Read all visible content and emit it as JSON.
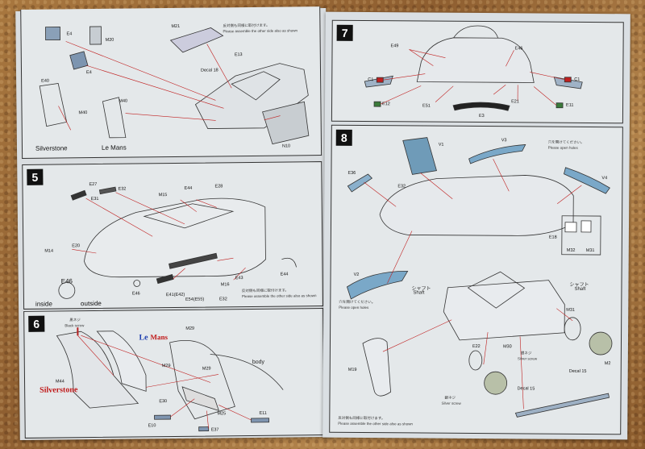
{
  "step4": {
    "parts": [
      "E4",
      "E4",
      "M20",
      "M21",
      "E13",
      "E40",
      "M40",
      "M40",
      "N10"
    ],
    "decal": "Decal 18",
    "note_jp": "反対側も同様に取付けます。",
    "note_en": "Please assemble the other side also as shown",
    "labels": {
      "silverstone": "Silverstone",
      "lemans": "Le Mans"
    }
  },
  "step5": {
    "number": "5",
    "parts": [
      "E27",
      "E31",
      "E32",
      "M15",
      "E44",
      "E28",
      "M14",
      "E20",
      "E43",
      "E44",
      "M16",
      "E41(E42)",
      "E54(E55)",
      "E32",
      "E46"
    ],
    "note_jp": "反対側も同様に取付けます。",
    "note_en": "Please assemble the other side also as shown",
    "callout": "E46",
    "inside": "inside",
    "outside": "outside"
  },
  "step6": {
    "number": "6",
    "screw_jp": "黒ネジ",
    "screw_en": "Black screw",
    "lemans_le": "Le",
    "lemans_m": "Mans",
    "silverstone": "Silverstone",
    "body": "body",
    "parts": [
      "M29",
      "M29",
      "M29",
      "M44",
      "E30",
      "E10",
      "M25",
      "E11",
      "E37"
    ]
  },
  "step7": {
    "number": "7",
    "parts": [
      "E49",
      "E46",
      "C1",
      "C1",
      "E12",
      "E51",
      "E21",
      "E3",
      "E11"
    ]
  },
  "step8": {
    "number": "8",
    "parts": [
      "V1",
      "V3",
      "V4",
      "V2",
      "E36",
      "E32",
      "E18",
      "M32",
      "M31",
      "M19",
      "E22",
      "M30",
      "M31",
      "M2"
    ],
    "hole_jp": "穴を開けてください。",
    "hole_en": "Please open holes",
    "shaft_jp": "シャフト",
    "shaft_en": "Shaft",
    "silver_jp": "銀ネジ",
    "silver_en": "Silver screw",
    "decal": "Decal 15",
    "note_jp": "反対側も同様に取付けます。",
    "note_en": "Please assemble the other side also as shown"
  }
}
